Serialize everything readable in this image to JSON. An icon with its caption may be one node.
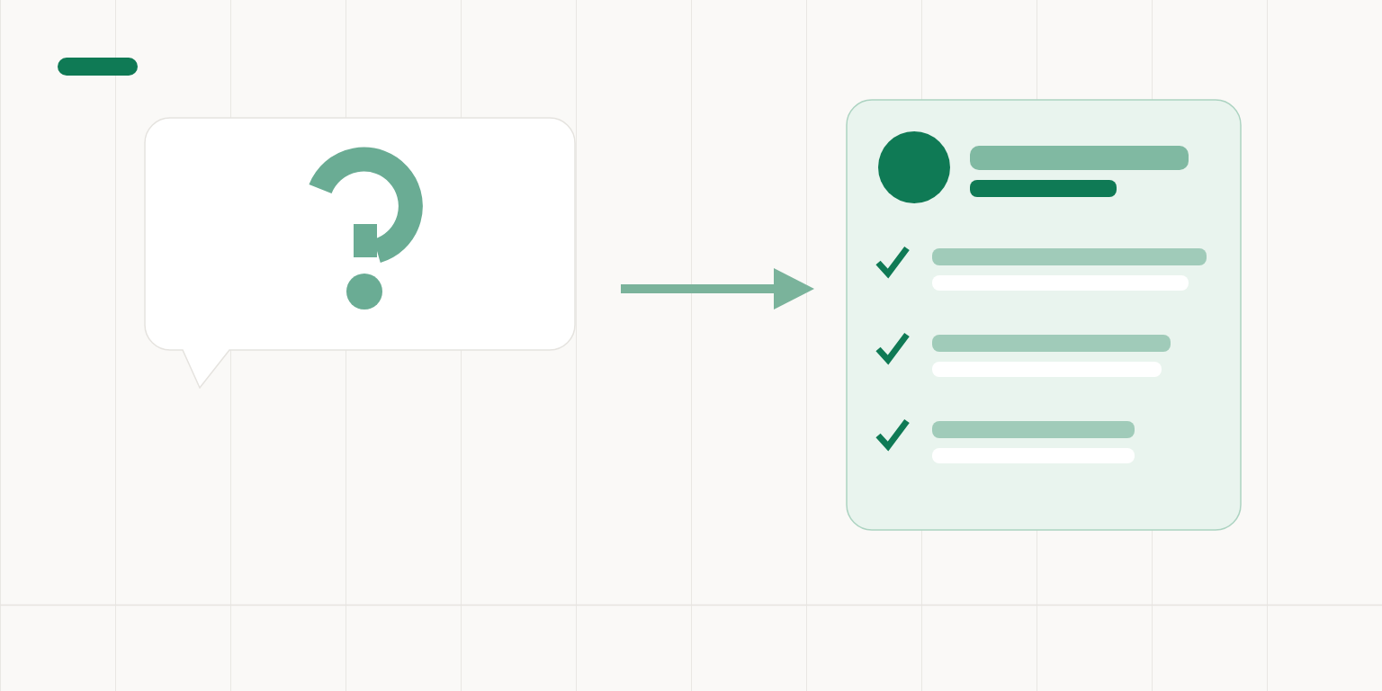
{
  "diagram": {
    "nodes": [
      {
        "text": [],
        "shape": "bubble"
      },
      {
        "text": [],
        "shape": "box"
      }
    ],
    "edges": [
      {
        "from": 0,
        "to": 1,
        "arrow": "to"
      }
    ]
  }
}
